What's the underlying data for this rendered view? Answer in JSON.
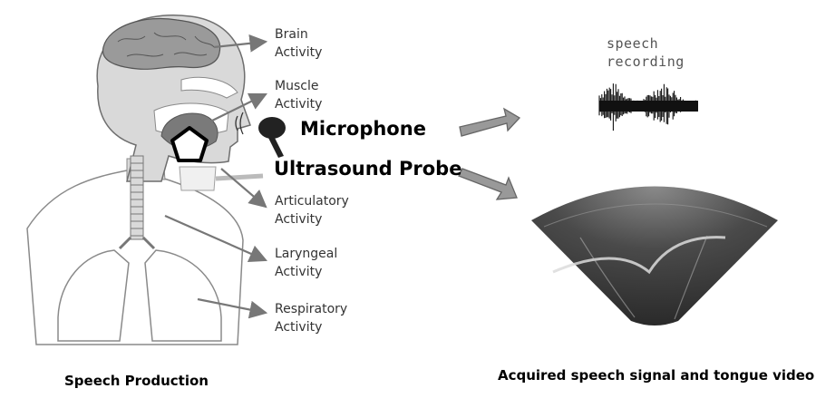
{
  "labels": {
    "brain": [
      "Brain",
      "Activity"
    ],
    "muscle": [
      "Muscle",
      "Activity"
    ],
    "articulatory": [
      "Articulatory",
      "Activity"
    ],
    "laryngeal": [
      "Laryngeal",
      "Activity"
    ],
    "respiratory": [
      "Respiratory",
      "Activity"
    ]
  },
  "devices": {
    "microphone": "Microphone",
    "ultrasound_probe": "Ultrasound Probe"
  },
  "recording": [
    "speech",
    "recording"
  ],
  "captions": {
    "left": "Speech Production",
    "right": "Acquired speech signal and tongue video"
  },
  "icons": {
    "microphone": "microphone-icon",
    "probe": "pentagon-icon"
  },
  "colors": {
    "arrow": "#777777",
    "body_fill": "#d9d9d9",
    "outline": "#6e6e6e",
    "ultrasound_bg": "#3a3a3a"
  }
}
